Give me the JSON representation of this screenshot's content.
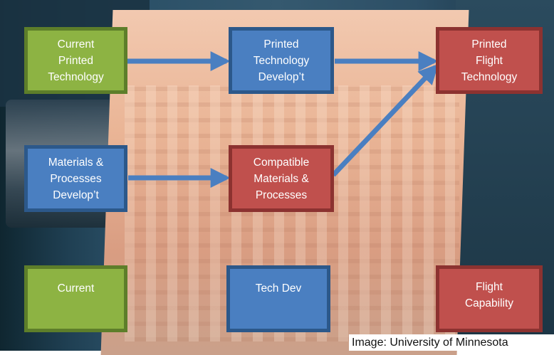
{
  "nodes": {
    "current_printed": "Current\nPrinted\nTechnology",
    "printed_tech_dev": "Printed\nTechnology\nDevelop’t",
    "printed_flight": "Printed\nFlight\nTechnology",
    "materials_dev": "Materials &\nProcesses\nDevelop’t",
    "compatible_materials": "Compatible\nMaterials &\nProcesses"
  },
  "legend": {
    "current": "Current",
    "tech_dev": "Tech Dev",
    "flight": "Flight\nCapability"
  },
  "credit": "Image: University of Minnesota",
  "colors": {
    "green": "#8db343",
    "blue": "#4a7fc1",
    "red": "#c0504d",
    "arrow": "#4a7fc1"
  }
}
